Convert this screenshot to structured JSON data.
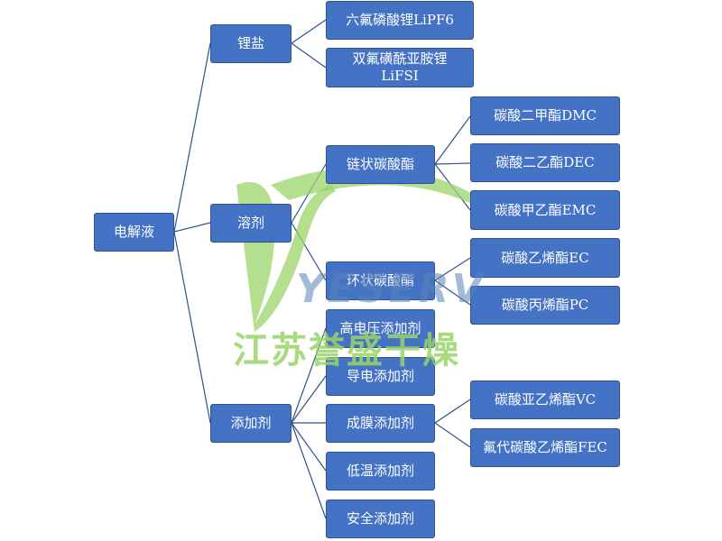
{
  "root": {
    "label": "电解液"
  },
  "level1": {
    "lithium_salt": "锂盐",
    "solvent": "溶剂",
    "additive": "添加剂"
  },
  "lithium_salts": [
    "六氟磷酸锂LiPF6",
    "双氟磺酰亚胺锂LiFSI"
  ],
  "solvents": {
    "chain": "链状碳酸酯",
    "cyclic": "环状碳酸酯",
    "chain_items": [
      "碳酸二甲酯DMC",
      "碳酸二乙酯DEC",
      "碳酸甲乙酯EMC"
    ],
    "cyclic_items": [
      "碳酸乙烯酯EC",
      "碳酸丙烯酯PC"
    ]
  },
  "additives": {
    "items": [
      "高电压添加剂",
      "导电添加剂",
      "成膜添加剂",
      "低温添加剂",
      "安全添加剂"
    ],
    "film_items": [
      "碳酸亚乙烯酯VC",
      "氟代碳酸乙烯酯FEC"
    ]
  },
  "watermark": {
    "brand": "YESERV",
    "text": "江苏誉盛干燥"
  },
  "colors": {
    "node_fill": "#4472c4",
    "node_border": "#2f528f",
    "connector": "#2f528f",
    "watermark_green": "#9ad46a",
    "watermark_blue": "#5a84b8"
  }
}
